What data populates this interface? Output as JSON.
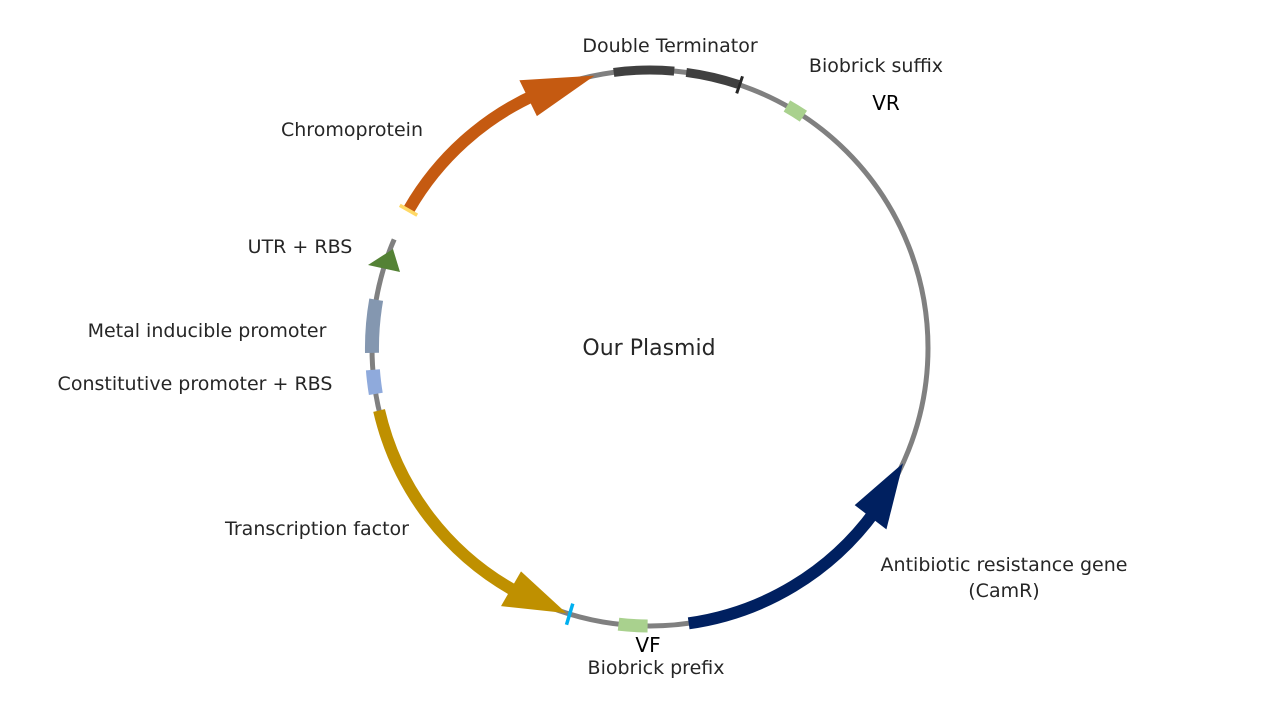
{
  "diagram": {
    "center_label": "Our Plasmid",
    "backbone_color": "#808080",
    "features": [
      {
        "id": "double-terminator",
        "label": "Double Terminator",
        "color": "#404040"
      },
      {
        "id": "biobrick-suffix",
        "label": "Biobrick suffix",
        "color": "#a9d18e"
      },
      {
        "id": "primer-vr",
        "label": "VR"
      },
      {
        "id": "chromoprotein",
        "label": "Chromoprotein",
        "color": "#c55a11"
      },
      {
        "id": "utr-rbs",
        "label": "UTR + RBS",
        "color": "#548235"
      },
      {
        "id": "metal-inducible-promoter",
        "label": "Metal inducible promoter",
        "color": "#8497b0"
      },
      {
        "id": "constitutive-promoter-rbs",
        "label": "Constitutive promoter + RBS",
        "color": "#8faadc"
      },
      {
        "id": "transcription-factor",
        "label": "Transcription factor",
        "color": "#bf9000"
      },
      {
        "id": "primer-vf",
        "label": "VF"
      },
      {
        "id": "biobrick-prefix",
        "label": "Biobrick prefix",
        "color": "#a9d18e"
      },
      {
        "id": "antibiotic-resistance",
        "label": "Antibiotic resistance gene",
        "label_line2": "(CamR)",
        "color": "#002060"
      }
    ],
    "marker_colors": {
      "scar_light_blue": "#00b0f0",
      "scar_yellow": "#ffd966",
      "tick_dark": "#262626"
    }
  }
}
